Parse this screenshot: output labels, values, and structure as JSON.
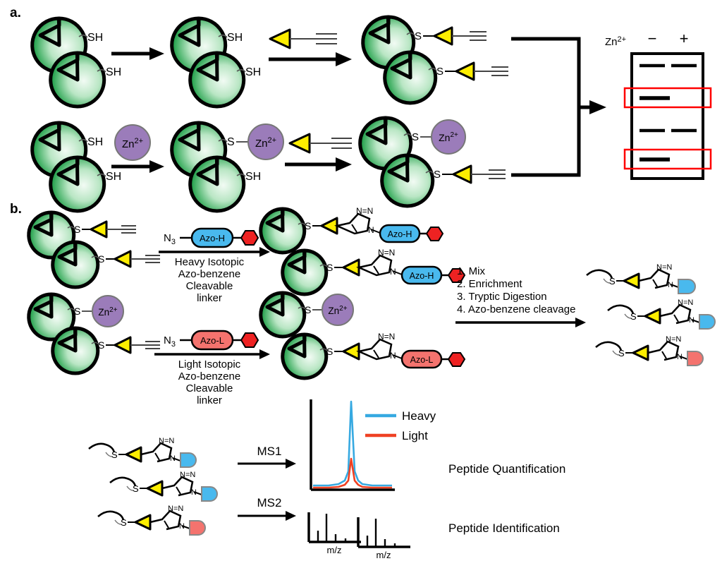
{
  "figure": {
    "panels": [
      {
        "id": "a",
        "label": "a."
      },
      {
        "id": "b",
        "label": "b."
      }
    ]
  },
  "panel_a": {
    "label": "a.",
    "row_top": {
      "protein1_thiol": "SH",
      "protein2_thiol": "SH",
      "after_protein1_thiol": "SH",
      "after_protein2_thiol": "SH",
      "labeled_protein1_s": "S",
      "labeled_protein2_s": "S"
    },
    "row_bottom": {
      "protein1_thiol": "SH",
      "protein2_thiol": "SH",
      "zinc_label": "Zn2+",
      "zinc_sup": "2+",
      "zinc_base": "Zn",
      "bound_s": "S",
      "free_thiol": "SH",
      "labeled_s": "S"
    },
    "gel": {
      "axis_label_base": "Zn",
      "axis_label_sup": "2+",
      "lane_minus": "−",
      "lane_plus": "+",
      "rows": [
        {
          "minus": true,
          "plus": true,
          "highlight": false
        },
        {
          "minus": true,
          "plus": false,
          "highlight": true
        },
        {
          "minus": true,
          "plus": true,
          "highlight": false
        },
        {
          "minus": true,
          "plus": false,
          "highlight": true
        }
      ]
    }
  },
  "panel_b": {
    "label": "b.",
    "reagent_heavy": {
      "azide": "N",
      "azide_sub": "3",
      "tag": "Azo-H",
      "caption_lines": [
        "Heavy Isotopic",
        "Azo-benzene",
        "Cleavable",
        "linker"
      ]
    },
    "reagent_light": {
      "azide": "N",
      "azide_sub": "3",
      "tag": "Azo-L",
      "caption_lines": [
        "Light Isotopic",
        "Azo-benzene",
        "Cleavable",
        "linker"
      ]
    },
    "triazole": {
      "top": "N=N",
      "bottom": "N"
    },
    "sulfur": "S",
    "zinc_base": "Zn",
    "zinc_sup": "2+",
    "tag_heavy": "Azo-H",
    "tag_light": "Azo-L",
    "steps": [
      "1. Mix",
      "2. Enrichment",
      "3. Tryptic Digestion",
      "4. Azo-benzene cleavage"
    ],
    "ms1_arrow_label": "MS1",
    "ms2_arrow_label": "MS2",
    "legend": [
      {
        "name": "Heavy",
        "color": "#36a9e1"
      },
      {
        "name": "Light",
        "color": "#ef4123"
      }
    ],
    "result_quant": "Peptide Quantification",
    "result_ident": "Peptide Identification",
    "ms2_axis_label": "m/z"
  },
  "chart_data": [
    {
      "type": "line",
      "title": "MS1",
      "xlabel": "",
      "ylabel": "",
      "grid": false,
      "legend_position": "top-right",
      "x": [
        0,
        10,
        20,
        30,
        40,
        45,
        48,
        50,
        52,
        55,
        60,
        70,
        80,
        90,
        100
      ],
      "series": [
        {
          "name": "Heavy",
          "color": "#36a9e1",
          "values": [
            3,
            3,
            3,
            4,
            6,
            14,
            55,
            100,
            55,
            14,
            6,
            4,
            3,
            3,
            3
          ]
        },
        {
          "name": "Light",
          "color": "#ef4123",
          "values": [
            2,
            2,
            2,
            3,
            5,
            11,
            20,
            28,
            20,
            11,
            5,
            3,
            2,
            2,
            2
          ]
        }
      ],
      "ylim": [
        0,
        100
      ]
    },
    {
      "type": "bar",
      "title": "MS2 spectrum 1",
      "xlabel": "m/z",
      "ylabel": "",
      "grid": false,
      "categories": [
        "1",
        "2",
        "3",
        "4",
        "5"
      ],
      "values": [
        95,
        42,
        80,
        30,
        10
      ],
      "ylim": [
        0,
        100
      ]
    },
    {
      "type": "bar",
      "title": "MS2 spectrum 2",
      "xlabel": "m/z",
      "ylabel": "",
      "grid": false,
      "categories": [
        "1",
        "2",
        "3",
        "4",
        "5"
      ],
      "values": [
        92,
        40,
        75,
        28,
        9
      ],
      "ylim": [
        0,
        100
      ]
    }
  ],
  "colors": {
    "protein_dark": "#1e9e49",
    "protein_light": "#e9f7ec",
    "zinc": "#9b7cba",
    "probe_yellow": "#fdee00",
    "azo_heavy": "#49b9ee",
    "azo_light": "#f4736e",
    "hexagon_red": "#ee2222",
    "highlight_red": "#ff0000",
    "heavy_line": "#36a9e1",
    "light_line": "#ef4123",
    "outline": "#000000"
  }
}
